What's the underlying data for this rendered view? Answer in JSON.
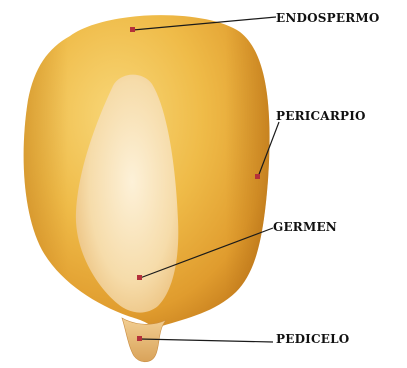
{
  "labels": {
    "endosperm": "ENDOSPERMO",
    "pericarp": "PERICARPIO",
    "germ": "GERMEN",
    "pedicel": "PEDICELO"
  },
  "colors": {
    "kernel_light": "#f4c95c",
    "kernel_mid": "#e6a534",
    "kernel_dark": "#c9801e",
    "germ_light": "#fbe8c6",
    "germ_mid": "#f0cf97",
    "pointer_dot": "#b4303a",
    "leader_line": "#1a1a1a"
  },
  "icons": {
    "subject": "corn-kernel-illustration"
  }
}
